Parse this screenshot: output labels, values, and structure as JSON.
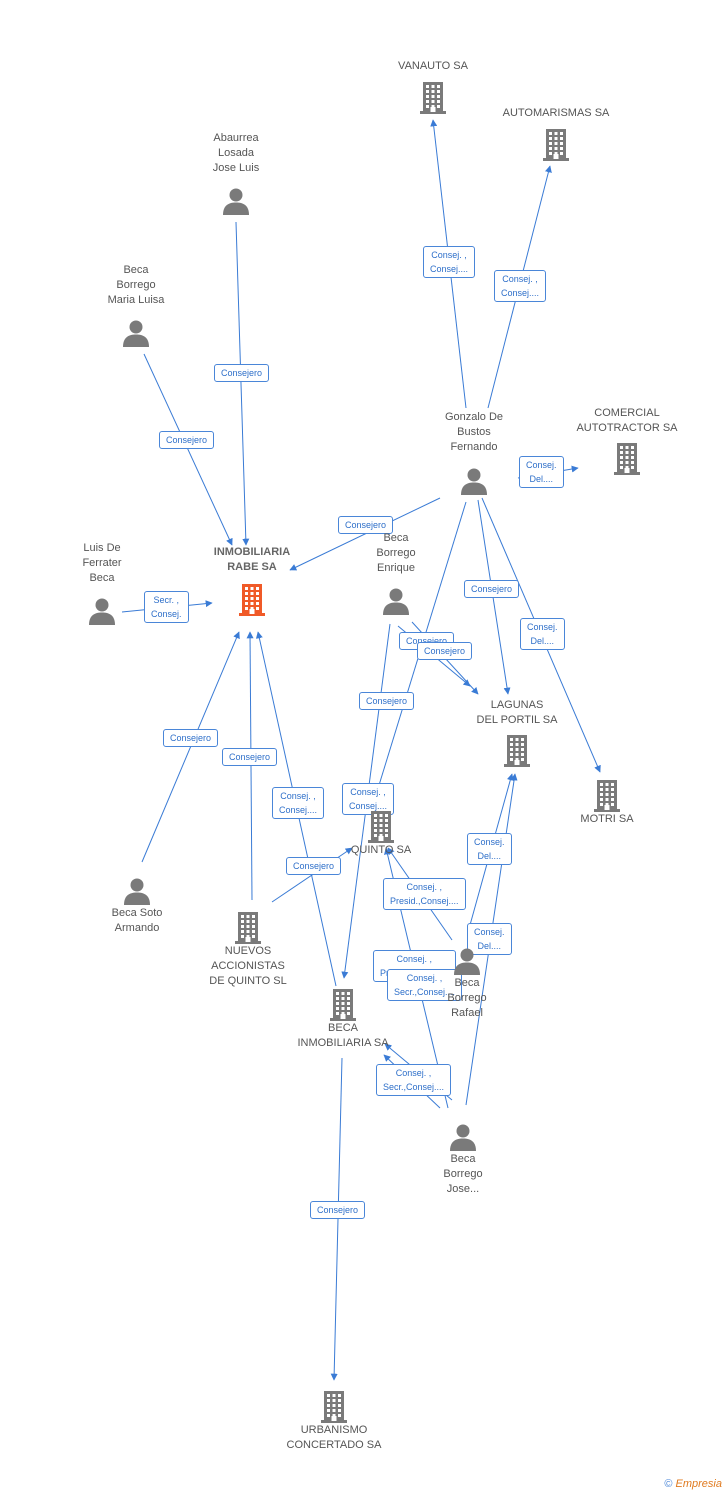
{
  "colors": {
    "edge": "#3a7bd5",
    "node_icon": "#7a7a7a",
    "center_icon": "#f05a28",
    "label_border": "#4a86d8"
  },
  "nodes": {
    "vanauto": {
      "lines": [
        "VANAUTO SA"
      ],
      "kind": "company"
    },
    "automarismas": {
      "lines": [
        "AUTOMARISMAS SA"
      ],
      "kind": "company"
    },
    "abaurrea": {
      "lines": [
        "Abaurrea",
        "Losada",
        "Jose Luis"
      ],
      "kind": "person"
    },
    "beca_maria": {
      "lines": [
        "Beca",
        "Borrego",
        "Maria Luisa"
      ],
      "kind": "person"
    },
    "gonzalo": {
      "lines": [
        "Gonzalo De",
        "Bustos",
        "Fernando"
      ],
      "kind": "person"
    },
    "comercial": {
      "lines": [
        "COMERCIAL",
        "AUTOTRACTOR SA"
      ],
      "kind": "company"
    },
    "luis": {
      "lines": [
        "Luis De",
        "Ferrater",
        "Beca"
      ],
      "kind": "person"
    },
    "inmobiliaria_rabe": {
      "lines": [
        "INMOBILIARIA",
        "RABE SA"
      ],
      "kind": "center"
    },
    "beca_enrique": {
      "lines": [
        "Beca",
        "Borrego",
        "Enrique"
      ],
      "kind": "person"
    },
    "lagunas": {
      "lines": [
        "LAGUNAS",
        "DEL PORTIL SA"
      ],
      "kind": "company"
    },
    "motri": {
      "lines": [
        "MOTRI SA"
      ],
      "kind": "company"
    },
    "quinto": {
      "lines": [
        "QUINTO SA"
      ],
      "kind": "company"
    },
    "beca_soto": {
      "lines": [
        "Beca Soto",
        "Armando"
      ],
      "kind": "person"
    },
    "nuevos": {
      "lines": [
        "NUEVOS",
        "ACCIONISTAS",
        "DE QUINTO  SL"
      ],
      "kind": "company"
    },
    "beca_rafael": {
      "lines": [
        "Beca",
        "Borrego",
        "Rafael"
      ],
      "kind": "person"
    },
    "beca_inmobiliaria": {
      "lines": [
        "BECA",
        "INMOBILIARIA SA"
      ],
      "kind": "company"
    },
    "beca_jose": {
      "lines": [
        "Beca",
        "Borrego",
        "Jose..."
      ],
      "kind": "person"
    },
    "urbanismo": {
      "lines": [
        "URBANISMO",
        "CONCERTADO SA"
      ],
      "kind": "company"
    }
  },
  "edges": [
    {
      "from": "abaurrea",
      "to": "inmobiliaria_rabe",
      "label": [
        "Consejero"
      ]
    },
    {
      "from": "beca_maria",
      "to": "inmobiliaria_rabe",
      "label": [
        "Consejero"
      ]
    },
    {
      "from": "luis",
      "to": "inmobiliaria_rabe",
      "label": [
        "Secr. ,",
        "Consej."
      ]
    },
    {
      "from": "gonzalo",
      "to": "inmobiliaria_rabe",
      "label": [
        "Consejero"
      ]
    },
    {
      "from": "gonzalo",
      "to": "vanauto",
      "label": [
        "Consej. ,",
        "Consej...."
      ]
    },
    {
      "from": "gonzalo",
      "to": "automarismas",
      "label": [
        "Consej. ,",
        "Consej...."
      ]
    },
    {
      "from": "gonzalo",
      "to": "comercial",
      "label": [
        "Consej.",
        "Del...."
      ]
    },
    {
      "from": "gonzalo",
      "to": "lagunas",
      "label": [
        "Consejero"
      ]
    },
    {
      "from": "gonzalo",
      "to": "motri",
      "label": [
        "Consej.",
        "Del...."
      ]
    },
    {
      "from": "gonzalo",
      "to": "quinto",
      "label": [
        "Consej. ,",
        "Consej...."
      ]
    },
    {
      "from": "beca_enrique",
      "to": "lagunas",
      "label": [
        "Consejero"
      ]
    },
    {
      "from": "beca_enrique",
      "to": "lagunas",
      "label": [
        "Consejero"
      ]
    },
    {
      "from": "beca_enrique",
      "to": "beca_inmobiliaria",
      "label": [
        "Consejero"
      ]
    },
    {
      "from": "beca_soto",
      "to": "inmobiliaria_rabe",
      "label": [
        "Consejero"
      ]
    },
    {
      "from": "nuevos",
      "to": "inmobiliaria_rabe",
      "label": [
        "Consejero"
      ]
    },
    {
      "from": "nuevos",
      "to": "quinto",
      "label": [
        "Consejero"
      ]
    },
    {
      "from": "beca_inmobiliaria",
      "to": "inmobiliaria_rabe",
      "label": [
        "Consej. ,",
        "Consej...."
      ]
    },
    {
      "from": "beca_rafael",
      "to": "quinto",
      "label": [
        "Consej. ,",
        "Presid.,Consej...."
      ]
    },
    {
      "from": "beca_rafael",
      "to": "lagunas",
      "label": [
        "Consej.",
        "Del...."
      ]
    },
    {
      "from": "beca_jose",
      "to": "quinto",
      "label": [
        "Consej. ,",
        "Presid.,Consej...."
      ]
    },
    {
      "from": "beca_jose",
      "to": "lagunas",
      "label": [
        "Consej.",
        "Del...."
      ]
    },
    {
      "from": "beca_jose",
      "to": "beca_inmobiliaria",
      "label": [
        "Consej. ,",
        "Secr.,Consej...."
      ]
    },
    {
      "from": "beca_rafael",
      "to": "beca_inmobiliaria",
      "label": [
        "Consej. ,",
        "Secr.,Consej...."
      ]
    },
    {
      "from": "beca_inmobiliaria",
      "to": "urbanismo",
      "label": [
        "Consejero"
      ]
    }
  ],
  "footer": {
    "copyright": "©",
    "brand": "Empresia"
  }
}
